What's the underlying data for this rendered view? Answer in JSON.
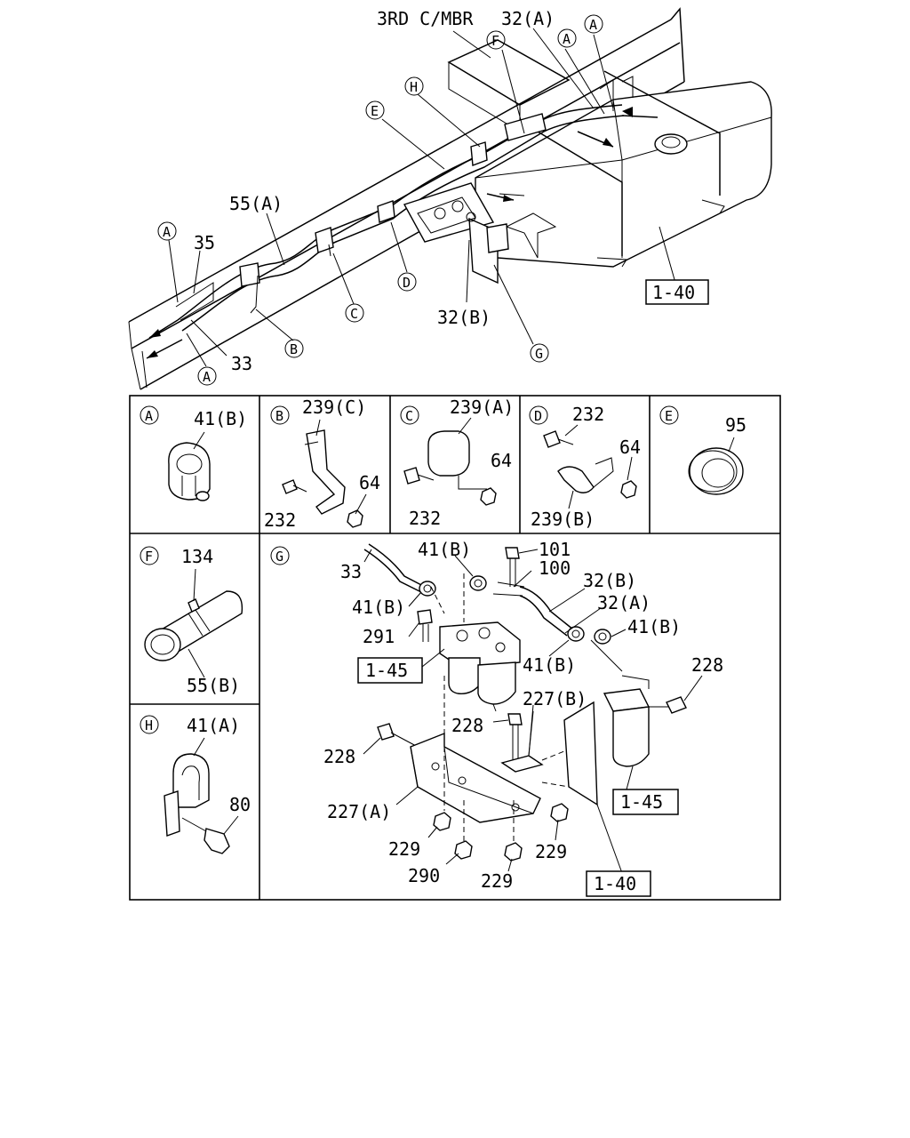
{
  "overview": {
    "frame_label": "3RD C/MBR",
    "tank_ref": "1-40",
    "callouts": {
      "c32a": "32(A)",
      "c55a": "55(A)",
      "c35": "35",
      "c33": "33",
      "c32b": "32(B)"
    },
    "circle_letters": {
      "A": "A",
      "B": "B",
      "C": "C",
      "D": "D",
      "E": "E",
      "F": "F",
      "G": "G",
      "H": "H"
    }
  },
  "detail_panels": {
    "A": {
      "letter": "A",
      "parts": [
        "41(B)"
      ]
    },
    "B": {
      "letter": "B",
      "parts": [
        "239(C)",
        "64",
        "232"
      ]
    },
    "C": {
      "letter": "C",
      "parts": [
        "239(A)",
        "64",
        "232"
      ]
    },
    "D": {
      "letter": "D",
      "parts": [
        "232",
        "64",
        "239(B)"
      ]
    },
    "E": {
      "letter": "E",
      "parts": [
        "95"
      ]
    },
    "F": {
      "letter": "F",
      "parts": [
        "134",
        "55(B)"
      ]
    },
    "H": {
      "letter": "H",
      "parts": [
        "41(A)",
        "80"
      ]
    },
    "G": {
      "letter": "G",
      "parts": [
        "33",
        "41(B)",
        "101",
        "100",
        "32(B)",
        "32(A)",
        "41(B)",
        "41(B)",
        "291",
        "41(B)",
        "1-45",
        "228",
        "227(B)",
        "228",
        "228",
        "227(A)",
        "1-45",
        "229",
        "290",
        "229",
        "229",
        "1-40"
      ]
    }
  }
}
